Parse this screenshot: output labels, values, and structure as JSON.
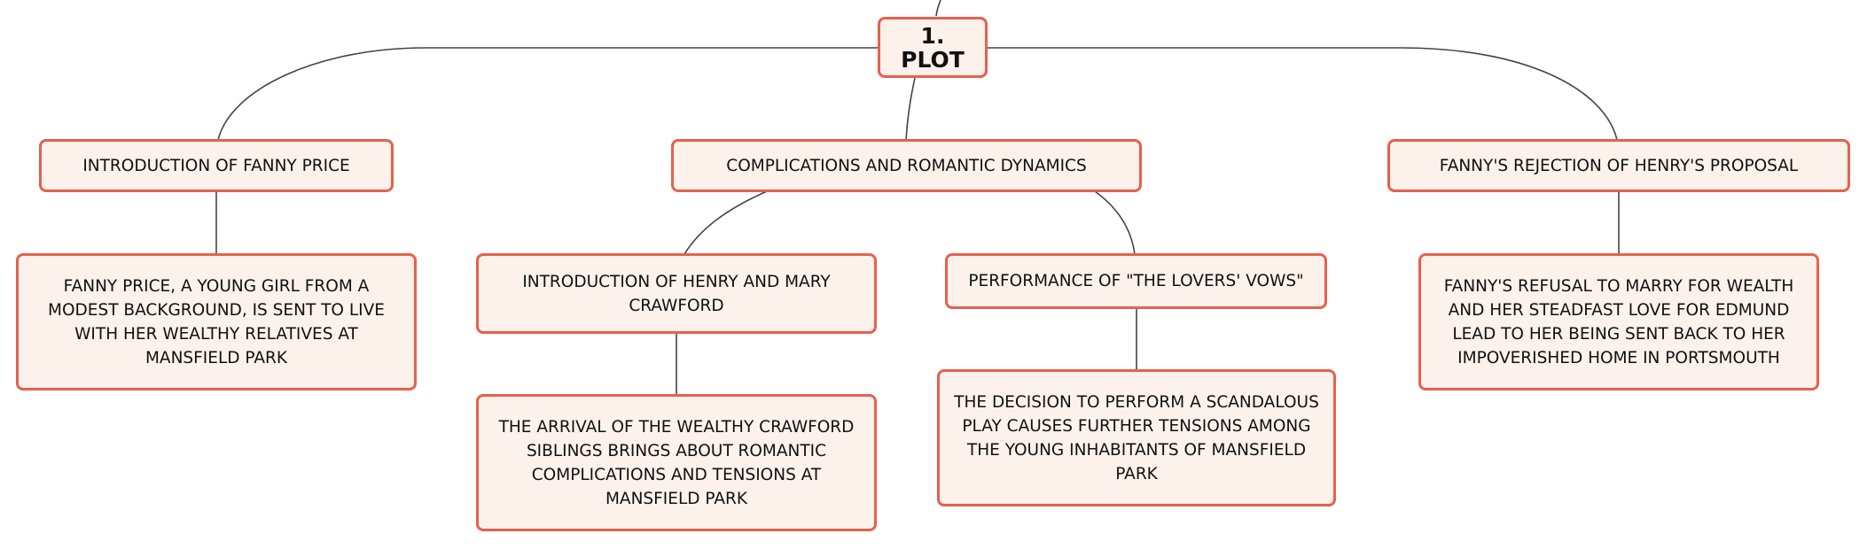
{
  "colors": {
    "border": "#e8604c",
    "fill": "#fdf1ec",
    "line": "#444444"
  },
  "root": "1. PLOT",
  "branches": {
    "intro": {
      "title": "INTRODUCTION OF FANNY PRICE",
      "detail": "FANNY PRICE, A YOUNG GIRL FROM A MODEST BACKGROUND, IS SENT TO LIVE WITH HER WEALTHY RELATIVES AT MANSFIELD PARK"
    },
    "complications": {
      "title": "COMPLICATIONS AND ROMANTIC DYNAMICS",
      "henry": {
        "title": "INTRODUCTION OF HENRY AND MARY CRAWFORD",
        "detail": "THE ARRIVAL OF THE WEALTHY CRAWFORD SIBLINGS BRINGS ABOUT ROMANTIC COMPLICATIONS AND TENSIONS AT MANSFIELD PARK"
      },
      "play": {
        "title": "PERFORMANCE OF \"THE LOVERS' VOWS\"",
        "detail": "THE DECISION TO PERFORM A SCANDALOUS PLAY CAUSES FURTHER TENSIONS AMONG THE YOUNG INHABITANTS OF MANSFIELD PARK"
      }
    },
    "rejection": {
      "title": "FANNY'S REJECTION OF HENRY'S PROPOSAL",
      "detail": "FANNY'S REFUSAL TO MARRY FOR WEALTH AND HER STEADFAST LOVE FOR EDMUND LEAD TO HER BEING SENT BACK TO HER IMPOVERISHED HOME IN PORTSMOUTH"
    }
  }
}
